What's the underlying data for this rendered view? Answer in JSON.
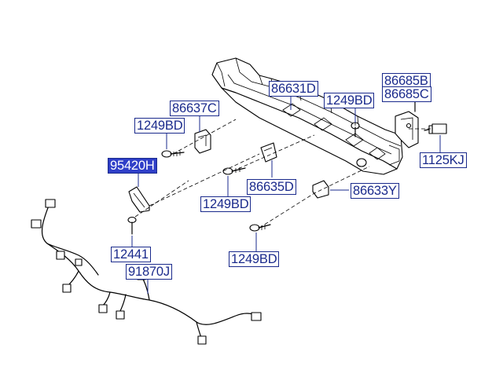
{
  "callouts": {
    "c86631D": "86631D",
    "c86685B": "86685B",
    "c86685C": "86685C",
    "c86637C": "86637C",
    "c1249BD_a": "1249BD",
    "c1249BD_b": "1249BD",
    "c1249BD_c": "1249BD",
    "c1249BD_d": "1249BD",
    "c95420H": "95420H",
    "c1125KJ": "1125KJ",
    "c86635D": "86635D",
    "c86633Y": "86633Y",
    "c12441": "12441",
    "c91870J": "91870J"
  },
  "colors": {
    "label_border": "#1a2a8c",
    "label_text": "#1a2a8c",
    "highlight_fill": "#2f3fc8",
    "line": "#000000"
  },
  "highlighted": "95420H"
}
